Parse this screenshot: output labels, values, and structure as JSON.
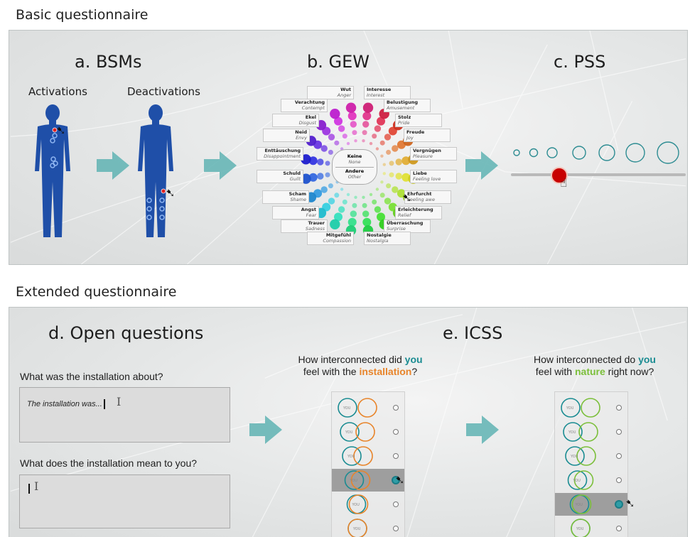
{
  "basic": {
    "heading": "Basic questionnaire",
    "bsm": {
      "title": "a. BSMs",
      "activations": "Activations",
      "deactivations": "Deactivations"
    },
    "gew": {
      "title": "b. GEW",
      "center_top": {
        "de": "Keine",
        "en": "None"
      },
      "center_bottom": {
        "de": "Andere",
        "en": "Other"
      },
      "labels": [
        {
          "de": "Wut",
          "en": "Anger"
        },
        {
          "de": "Interesse",
          "en": "Interest"
        },
        {
          "de": "Verachtung",
          "en": "Contempt"
        },
        {
          "de": "Belustigung",
          "en": "Amusement"
        },
        {
          "de": "Ekel",
          "en": "Disgust"
        },
        {
          "de": "Stolz",
          "en": "Pride"
        },
        {
          "de": "Neid",
          "en": "Envy"
        },
        {
          "de": "Freude",
          "en": "Joy"
        },
        {
          "de": "Enttäuschung",
          "en": "Disappointment"
        },
        {
          "de": "Vergnügen",
          "en": "Pleasure"
        },
        {
          "de": "Schuld",
          "en": "Guilt"
        },
        {
          "de": "Liebe",
          "en": "Feeling love"
        },
        {
          "de": "Scham",
          "en": "Shame"
        },
        {
          "de": "Ehrfurcht",
          "en": "Feeling awe"
        },
        {
          "de": "Angst",
          "en": "Fear"
        },
        {
          "de": "Erleichterung",
          "en": "Relief"
        },
        {
          "de": "Trauer",
          "en": "Sadness"
        },
        {
          "de": "Überraschung",
          "en": "Surprise"
        },
        {
          "de": "Mitgefühl",
          "en": "Compassion"
        },
        {
          "de": "Nostalgie",
          "en": "Nostalgia"
        }
      ]
    },
    "pss": {
      "title": "c. PSS"
    }
  },
  "extended": {
    "heading": "Extended questionnaire",
    "open": {
      "title": "d. Open questions",
      "q1": "What was the installation about?",
      "q1_answer": "The installation was...",
      "q2": "What does the installation mean to you?"
    },
    "icss": {
      "title": "e. ICSS",
      "q1": {
        "pre": "How interconnected did ",
        "you": "you",
        "mid": "feel with the ",
        "target": "installation",
        "post": "?"
      },
      "q2": {
        "pre": "How interconnected do ",
        "you": "you",
        "mid": "feel with ",
        "target": "nature",
        "post": " right now?"
      },
      "you_label": "YOU"
    }
  },
  "colors": {
    "body_blue": "#1f4fa8",
    "arrow_teal": "#5fb3b3",
    "teal_text": "#1a8c92",
    "orange": "#e8842a",
    "green": "#7bbf3a",
    "pss_red": "#c80000"
  },
  "icons": [
    "hand-pointer-cursor",
    "arrow-cursor",
    "text-ibeam-cursor",
    "human-silhouette"
  ]
}
